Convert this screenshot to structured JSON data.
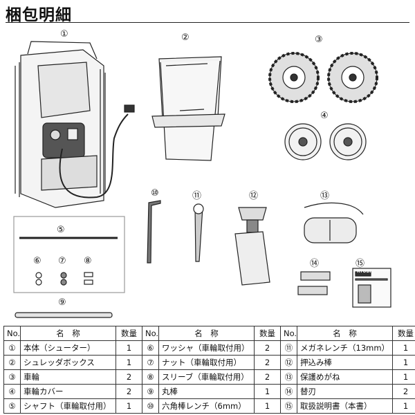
{
  "title": "梱包明細",
  "items": [
    {
      "mark": "①",
      "name": "本体（シューター）",
      "qty": "1"
    },
    {
      "mark": "②",
      "name": "シュレッダボックス",
      "qty": "1"
    },
    {
      "mark": "③",
      "name": "車輪",
      "qty": "2"
    },
    {
      "mark": "④",
      "name": "車輪カバー",
      "qty": "2"
    },
    {
      "mark": "⑤",
      "name": "シャフト（車輪取付用）",
      "qty": "1"
    },
    {
      "mark": "⑥",
      "name": "ワッシャ（車輪取付用）",
      "qty": "2"
    },
    {
      "mark": "⑦",
      "name": "ナット（車輪取付用）",
      "qty": "2"
    },
    {
      "mark": "⑧",
      "name": "スリーブ（車輪取付用）",
      "qty": "2"
    },
    {
      "mark": "⑨",
      "name": "丸棒",
      "qty": "1"
    },
    {
      "mark": "⑩",
      "name": "六角棒レンチ（6mm）",
      "qty": "1"
    },
    {
      "mark": "⑪",
      "name": "メガネレンチ（13mm）",
      "qty": "1"
    },
    {
      "mark": "⑫",
      "name": "押込み棒",
      "qty": "1"
    },
    {
      "mark": "⑬",
      "name": "保護めがね",
      "qty": "1"
    },
    {
      "mark": "⑭",
      "name": "替刃",
      "qty": "2"
    },
    {
      "mark": "⑮",
      "name": "取扱説明書（本書）",
      "qty": "1"
    }
  ],
  "table": {
    "headers": {
      "no": "No.",
      "name": "名　称",
      "qty": "数量"
    },
    "rows": [
      [
        {
          "mark": "①",
          "name": "本体（シューター）",
          "qty": "1"
        },
        {
          "mark": "⑥",
          "name": "ワッシャ（車輪取付用）",
          "qty": "2"
        },
        {
          "mark": "⑪",
          "name": "メガネレンチ（13mm）",
          "qty": "1"
        }
      ],
      [
        {
          "mark": "②",
          "name": "シュレッダボックス",
          "qty": "1"
        },
        {
          "mark": "⑦",
          "name": "ナット（車輪取付用）",
          "qty": "2"
        },
        {
          "mark": "⑫",
          "name": "押込み棒",
          "qty": "1"
        }
      ],
      [
        {
          "mark": "③",
          "name": "車輪",
          "qty": "2"
        },
        {
          "mark": "⑧",
          "name": "スリーブ（車輪取付用）",
          "qty": "2"
        },
        {
          "mark": "⑬",
          "name": "保護めがね",
          "qty": "1"
        }
      ],
      [
        {
          "mark": "④",
          "name": "車輪カバー",
          "qty": "2"
        },
        {
          "mark": "⑨",
          "name": "丸棒",
          "qty": "1"
        },
        {
          "mark": "⑭",
          "name": "替刃",
          "qty": "2"
        }
      ],
      [
        {
          "mark": "⑤",
          "name": "シャフト（車輪取付用）",
          "qty": "1"
        },
        {
          "mark": "⑩",
          "name": "六角棒レンチ（6mm）",
          "qty": "1"
        },
        {
          "mark": "⑮",
          "name": "取扱説明書（本書）",
          "qty": "1"
        }
      ]
    ]
  },
  "manual_cover_brand": "RYOBI"
}
